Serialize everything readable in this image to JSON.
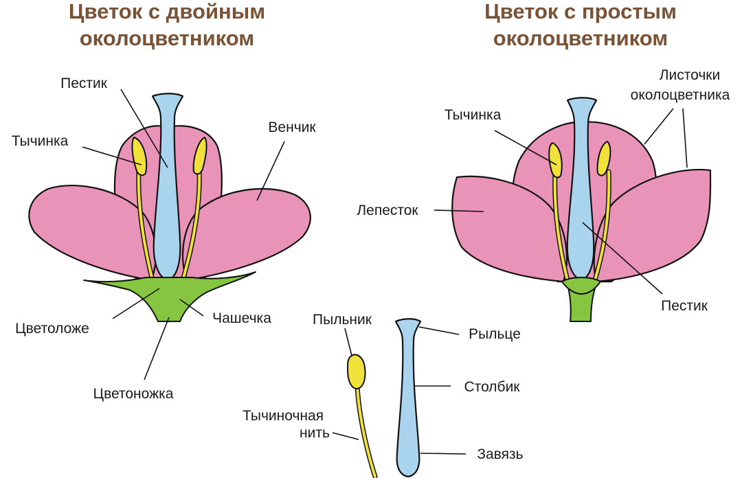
{
  "headings": {
    "double_line1": "Цветок с двойным",
    "double_line2": "околоцветником",
    "simple_line1": "Цветок с простым",
    "simple_line2": "околоцветником"
  },
  "double_flower_labels": {
    "pistil": "Пестик",
    "stamen": "Тычинка",
    "corolla": "Венчик",
    "receptacle": "Цветоложе",
    "calyx": "Чашечка",
    "pedicel": "Цветоножка"
  },
  "simple_flower_labels": {
    "tepals_line1": "Листочки",
    "tepals_line2": "околоцветника",
    "stamen": "Тычинка",
    "petal": "Лепесток",
    "pistil": "Пестик"
  },
  "detail_labels": {
    "anther": "Пыльник",
    "stigma": "Рыльце",
    "style": "Столбик",
    "filament_line1": "Тычиночная",
    "filament_line2": "нить",
    "ovary": "Завязь"
  },
  "colors": {
    "petal": "#e993b8",
    "pistil": "#aad4ee",
    "stamen": "#f2e13a",
    "sepal": "#86c540",
    "heading": "#7a5236"
  }
}
